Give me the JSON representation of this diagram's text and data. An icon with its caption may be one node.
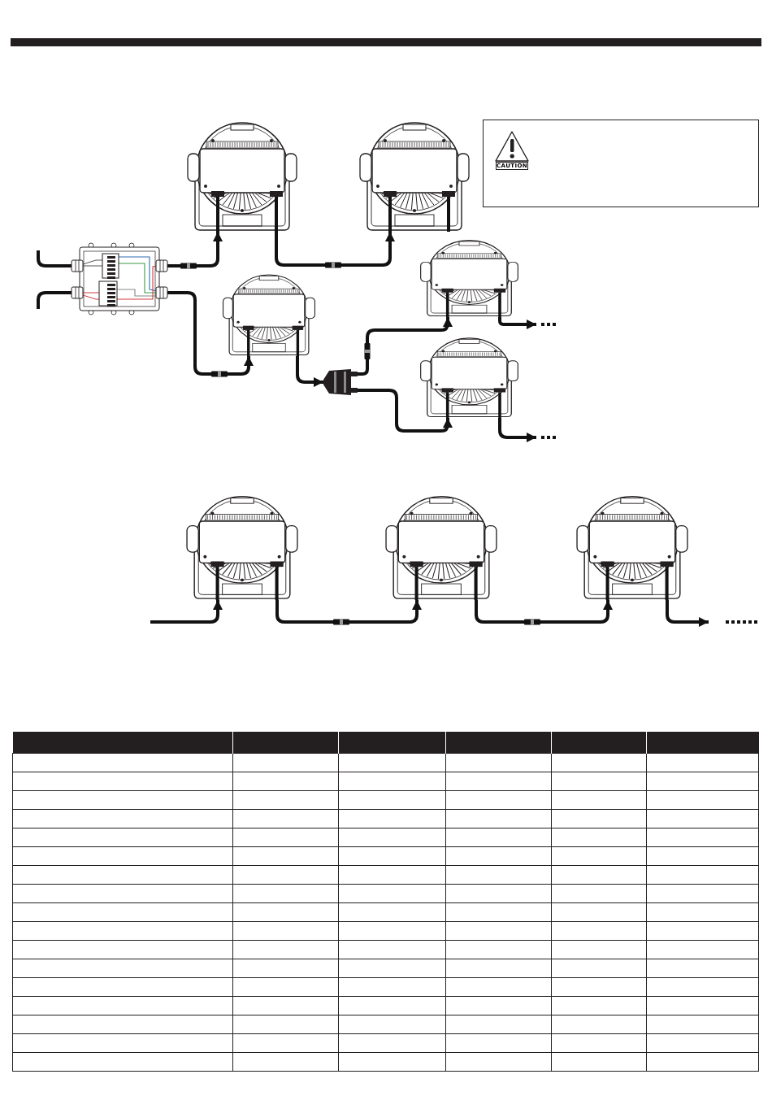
{
  "diagram": {
    "nodes": [
      {
        "text": [],
        "shape": "picture"
      },
      {
        "text": [],
        "shape": "picture"
      },
      {
        "text": [
          "CAUTION"
        ]
      },
      {
        "text": [],
        "shape": "picture"
      },
      {
        "text": [],
        "shape": "picture"
      },
      {
        "text": [],
        "shape": "picture"
      },
      {
        "text": [],
        "shape": "picture"
      },
      {
        "text": [],
        "shape": "picture"
      },
      {
        "text": [],
        "shape": "picture"
      },
      {
        "text": [],
        "shape": "picture"
      },
      {
        "text": [],
        "shape": "picture"
      }
    ],
    "edges": [
      {
        "from": null,
        "to": 3,
        "arrow": "none"
      },
      {
        "from": null,
        "to": 3,
        "arrow": "none"
      },
      {
        "from": 3,
        "to": 0,
        "arrow": "to"
      },
      {
        "from": 0,
        "to": 1,
        "arrow": "to"
      },
      {
        "from": 3,
        "to": 4,
        "arrow": "to"
      },
      {
        "from": 4,
        "to": 6,
        "arrow": "to"
      },
      {
        "from": 6,
        "to": 5,
        "arrow": "to"
      },
      {
        "from": 6,
        "to": 7,
        "arrow": "to"
      },
      {
        "from": 5,
        "to": null,
        "arrow": "to"
      },
      {
        "from": 7,
        "to": null,
        "arrow": "to"
      },
      {
        "from": null,
        "to": 8,
        "arrow": "to"
      },
      {
        "from": 8,
        "to": 9,
        "arrow": "to"
      },
      {
        "from": 9,
        "to": 10,
        "arrow": "to"
      },
      {
        "from": 10,
        "to": null,
        "arrow": "to"
      }
    ]
  }
}
